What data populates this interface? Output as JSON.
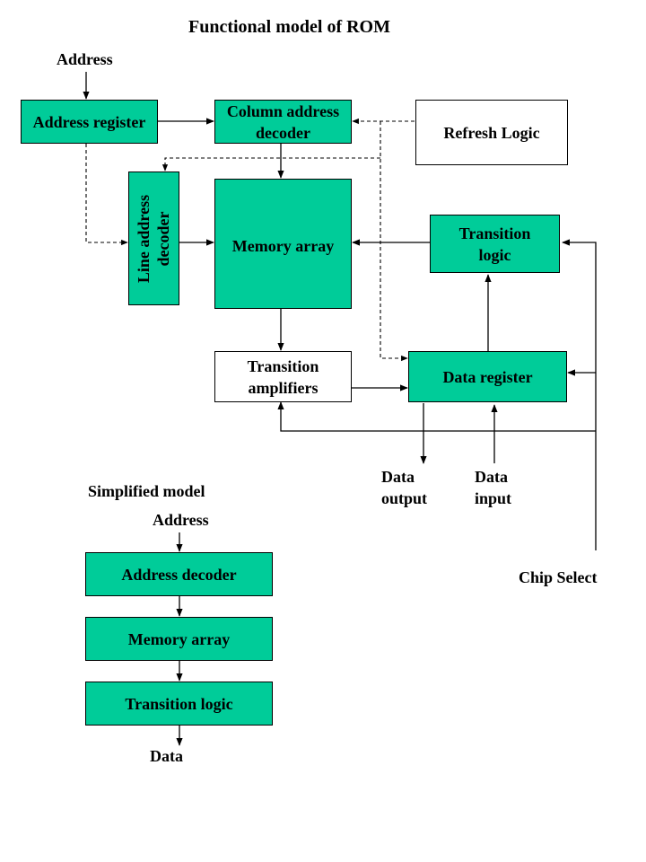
{
  "title": "Functional model of ROM",
  "functional_model": {
    "address_label": "Address",
    "address_register": "Address register",
    "column_address_decoder": [
      "Column address",
      "decoder"
    ],
    "refresh_logic": "Refresh Logic",
    "line_address_decoder": [
      "Line address",
      "decoder"
    ],
    "memory_array": "Memory array",
    "transition_logic": [
      "Transition",
      "logic"
    ],
    "transition_amplifiers": [
      "Transition",
      "amplifiers"
    ],
    "data_register": "Data register",
    "data_output": [
      "Data",
      "output"
    ],
    "data_input": [
      "Data",
      "input"
    ],
    "chip_select": "Chip Select"
  },
  "simplified_model": {
    "heading": "Simplified model",
    "address_label": "Address",
    "address_decoder": "Address decoder",
    "memory_array": "Memory array",
    "transition_logic": "Transition logic",
    "data_label": "Data"
  },
  "colors": {
    "block_fill": "#00cc99",
    "line": "#000000"
  }
}
